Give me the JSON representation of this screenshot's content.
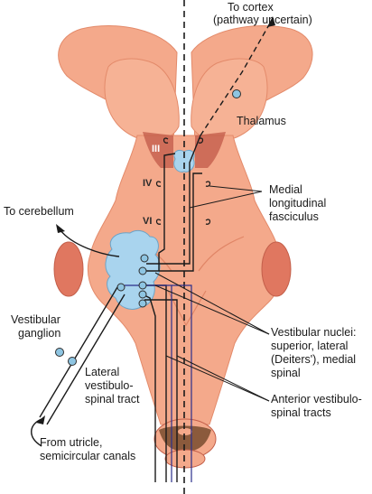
{
  "labels": {
    "to_cortex_line1": "To cortex",
    "to_cortex_line2": "(pathway uncertain)",
    "thalamus": "Thalamus",
    "to_cerebellum": "To cerebellum",
    "mlf_line1": "Medial",
    "mlf_line2": "longitudinal",
    "mlf_line3": "fasciculus",
    "vestibular_ganglion_line1": "Vestibular",
    "vestibular_ganglion_line2": "ganglion",
    "nuclei_line1": "Vestibular nuclei:",
    "nuclei_line2": "superior, lateral",
    "nuclei_line3": "(Deiters'), medial",
    "nuclei_line4": "spinal",
    "lateral_tract_line1": "Lateral",
    "lateral_tract_line2": "vestibulo-",
    "lateral_tract_line3": "spinal tract",
    "anterior_tract_line1": "Anterior vestibulo-",
    "anterior_tract_line2": "spinal tracts",
    "from_utricle_line1": "From utricle,",
    "from_utricle_line2": "semicircular canals"
  },
  "nerve_labels": {
    "III": "III",
    "IV": "IV",
    "VI": "VI"
  },
  "colors": {
    "brainstem": "#f4a98b",
    "brainstem_shadow": "#e08566",
    "nucleus_blue": "#a9d4ee",
    "neuron_dot": "#8ec5e2",
    "pathway": "#1a1a1a",
    "blue_pathway": "#2b2f8c",
    "spinal_brown": "#8b5a3c"
  }
}
